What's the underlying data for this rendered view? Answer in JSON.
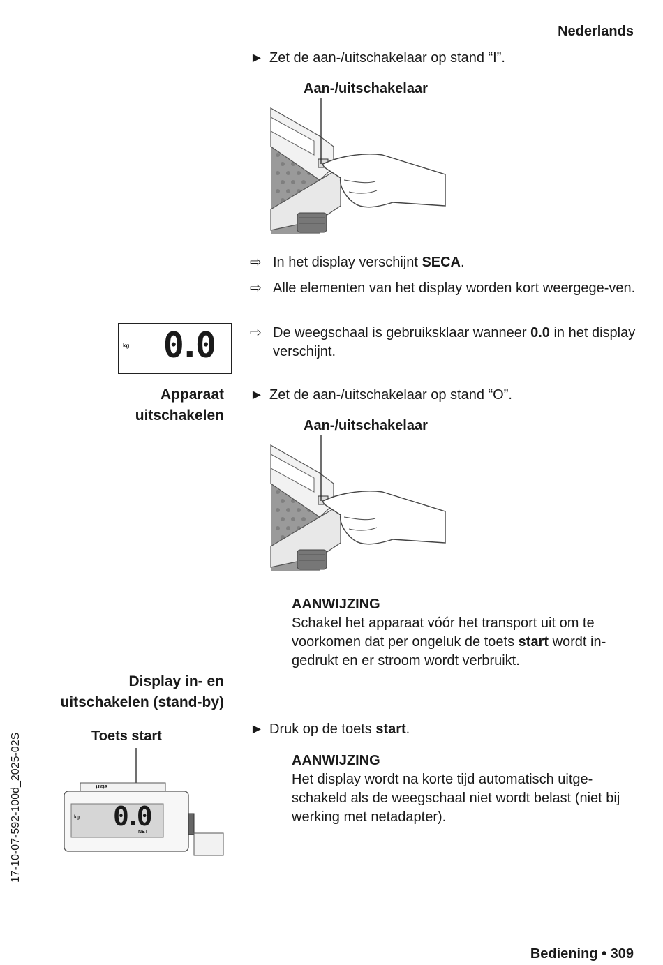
{
  "header": {
    "language": "Nederlands"
  },
  "section_on": {
    "step": "Zet de aan-/uitschakelaar op stand “I”.",
    "figure_label": "Aan-/uitschakelaar",
    "results": [
      {
        "before": "In het display verschijnt ",
        "bold": "SECA",
        "after": "."
      },
      {
        "before": "Alle elementen van het display worden kort weergege-ven.",
        "bold": "",
        "after": ""
      },
      {
        "before": "De weegschaal is gebruiksklaar wanneer ",
        "bold": "0.0",
        "after": " in het display verschijnt."
      }
    ],
    "display": {
      "unit": "kg",
      "value": "0.0"
    }
  },
  "section_off": {
    "heading_line1": "Apparaat",
    "heading_line2": "uitschakelen",
    "step": "Zet de aan-/uitschakelaar op stand “O”.",
    "figure_label": "Aan-/uitschakelaar",
    "note": {
      "title": "AANWIJZING",
      "before": "Schakel het apparaat vóór het transport uit om te voorkomen dat per ongeluk de toets ",
      "bold": "start",
      "after": " wordt in-gedrukt en er stroom wordt verbruikt."
    }
  },
  "section_standby": {
    "heading_line1": "Display in- en",
    "heading_line2": "uitschakelen (stand-by)",
    "figure_label": "Toets start",
    "step_before": "Druk op de toets ",
    "step_bold": "start",
    "step_after": ".",
    "note": {
      "title": "AANWIJZING",
      "text": "Het display wordt na korte tijd automatisch uitge-schakeld als de weegschaal niet wordt belast (niet bij werking met netadapter)."
    },
    "device": {
      "button_label": "start",
      "unit": "kg",
      "value": "0.0",
      "net_label": "NET"
    }
  },
  "footer": {
    "page_label": "Bediening • 309"
  },
  "side_code": "17-10-07-592-100d_2025-02S",
  "glyphs": {
    "step_marker": "►",
    "result_marker": "⇨"
  }
}
